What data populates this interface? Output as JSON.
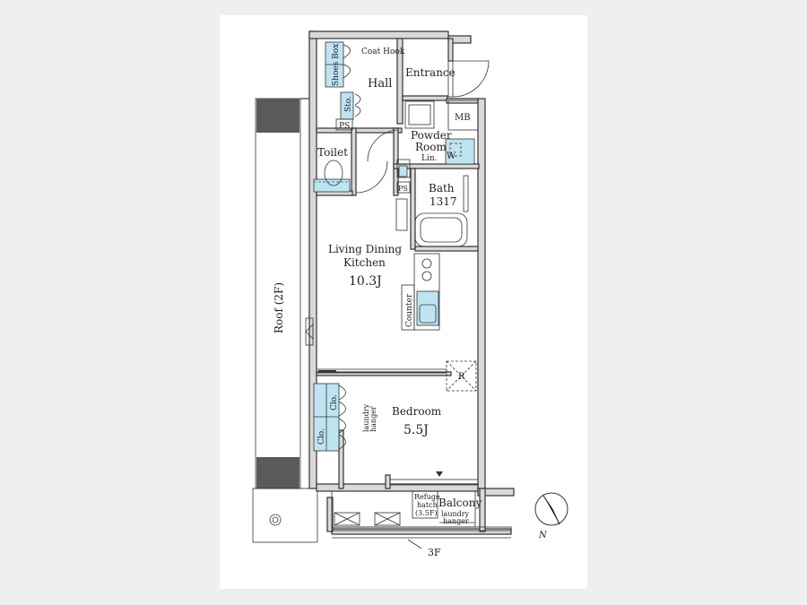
{
  "rooms": {
    "coat_hook": "Coat Hook",
    "shoes_box": "Shoes Box",
    "hall": "Hall",
    "entrance": "Entrance",
    "sto": "Sto.",
    "ps_top": "PS",
    "mb": "MB",
    "toilet": "Toilet",
    "powder_room_1": "Powder",
    "powder_room_2": "Room",
    "lin": "Lin.",
    "w": "W",
    "ps_bath": "PS",
    "bath": "Bath",
    "bath_size": "1317",
    "ldk_1": "Living Dining",
    "ldk_2": "Kitchen",
    "ldk_size": "10.3J",
    "counter": "Counter",
    "roof": "Roof (2F)",
    "r": "R",
    "clo_a": "Clo.",
    "clo_b": "Clo.",
    "laundry_in_1": "laundry",
    "laundry_in_2": "hanger",
    "bedroom": "Bedroom",
    "bedroom_size": "5.5J",
    "refuge_1": "Refuge",
    "refuge_2": "hatch",
    "refuge_3": "(3.5F)",
    "balcony": "Balcony",
    "laundry_out_1": "laundry",
    "laundry_out_2": "hanger",
    "floor_3f": "3F"
  },
  "compass": {
    "north": "N"
  }
}
